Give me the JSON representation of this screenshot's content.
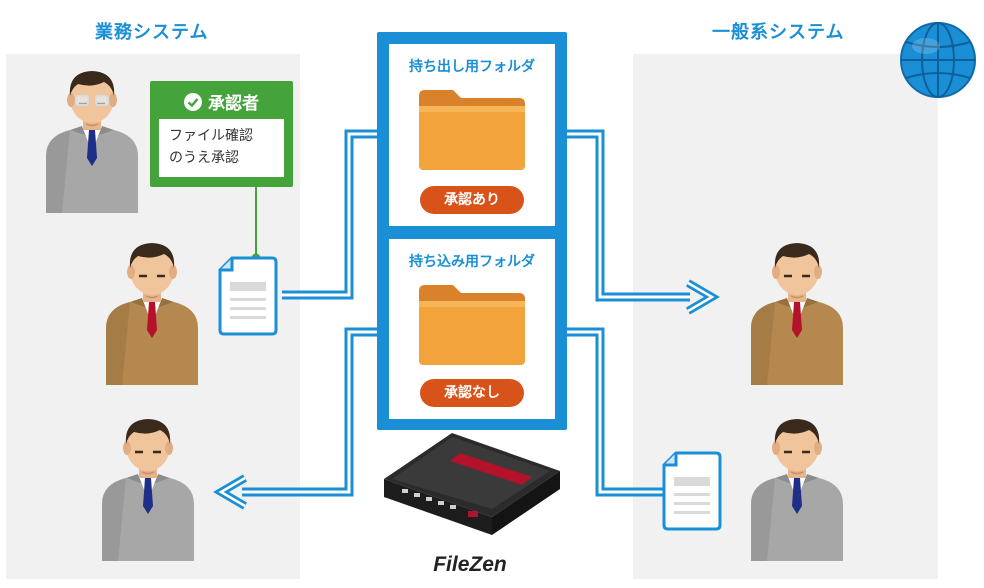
{
  "zones": {
    "left_title": "業務システム",
    "right_title": "一般系システム"
  },
  "approver": {
    "title": "承認者",
    "note_line1": "ファイル確認",
    "note_line2": "のうえ承認"
  },
  "hub": {
    "outbound_label": "持ち出し用フォルダ",
    "outbound_status": "承認あり",
    "inbound_label": "持ち込み用フォルダ",
    "inbound_status": "承認なし"
  },
  "product": {
    "name": "FileZen"
  },
  "colors": {
    "accent_blue": "#1a8fd6",
    "approve_green": "#44a33b",
    "status_orange": "#d8531a",
    "folder_orange": "#f2a33b",
    "zone_gray": "#f1f1f1"
  },
  "icons": [
    "person-icon",
    "document-icon",
    "folder-icon",
    "globe-icon",
    "check-icon",
    "server-appliance-icon",
    "arrow-icon"
  ]
}
